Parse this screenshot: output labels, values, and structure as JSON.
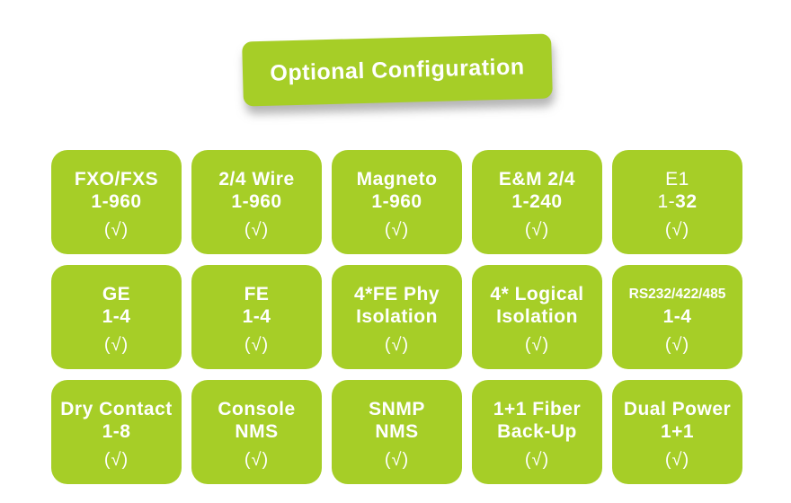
{
  "title": "Optional Configuration",
  "colors": {
    "shape_green": "#a6ce27",
    "text_white": "#ffffff",
    "background": "#ffffff"
  },
  "check_symbol": "(√)",
  "tiles": [
    {
      "lines": [
        "FXO/FXS",
        "1-960"
      ],
      "check": "(√)"
    },
    {
      "lines": [
        "2/4 Wire",
        "1-960"
      ],
      "check": "(√)"
    },
    {
      "lines": [
        "Magneto",
        "1-960"
      ],
      "check": "(√)"
    },
    {
      "lines": [
        "E&M 2/4",
        "1-240"
      ],
      "check": "(√)"
    },
    {
      "lines": [
        {
          "text": "E1",
          "weight": "regular"
        },
        [
          {
            "text": "1-",
            "weight": "regular"
          },
          {
            "text": "32",
            "weight": "bold"
          }
        ]
      ],
      "check": "(√)"
    },
    {
      "lines": [
        "GE",
        "1-4"
      ],
      "check": "(√)"
    },
    {
      "lines": [
        "FE",
        "1-4"
      ],
      "check": "(√)"
    },
    {
      "lines": [
        "4*FE Phy",
        "Isolation"
      ],
      "check": "(√)"
    },
    {
      "lines": [
        "4* Logical",
        "Isolation"
      ],
      "check": "(√)"
    },
    {
      "lines": [
        "RS232/422/485",
        "1-4"
      ],
      "check": "(√)"
    },
    {
      "lines": [
        "Dry Contact",
        "1-8"
      ],
      "check": "(√)"
    },
    {
      "lines": [
        "Console",
        "NMS"
      ],
      "check": "(√)"
    },
    {
      "lines": [
        "SNMP",
        "NMS"
      ],
      "check": "(√)"
    },
    {
      "lines": [
        "1+1 Fiber",
        "Back-Up"
      ],
      "check": "(√)"
    },
    {
      "lines": [
        "Dual Power",
        "1+1"
      ],
      "check": "(√)"
    }
  ]
}
